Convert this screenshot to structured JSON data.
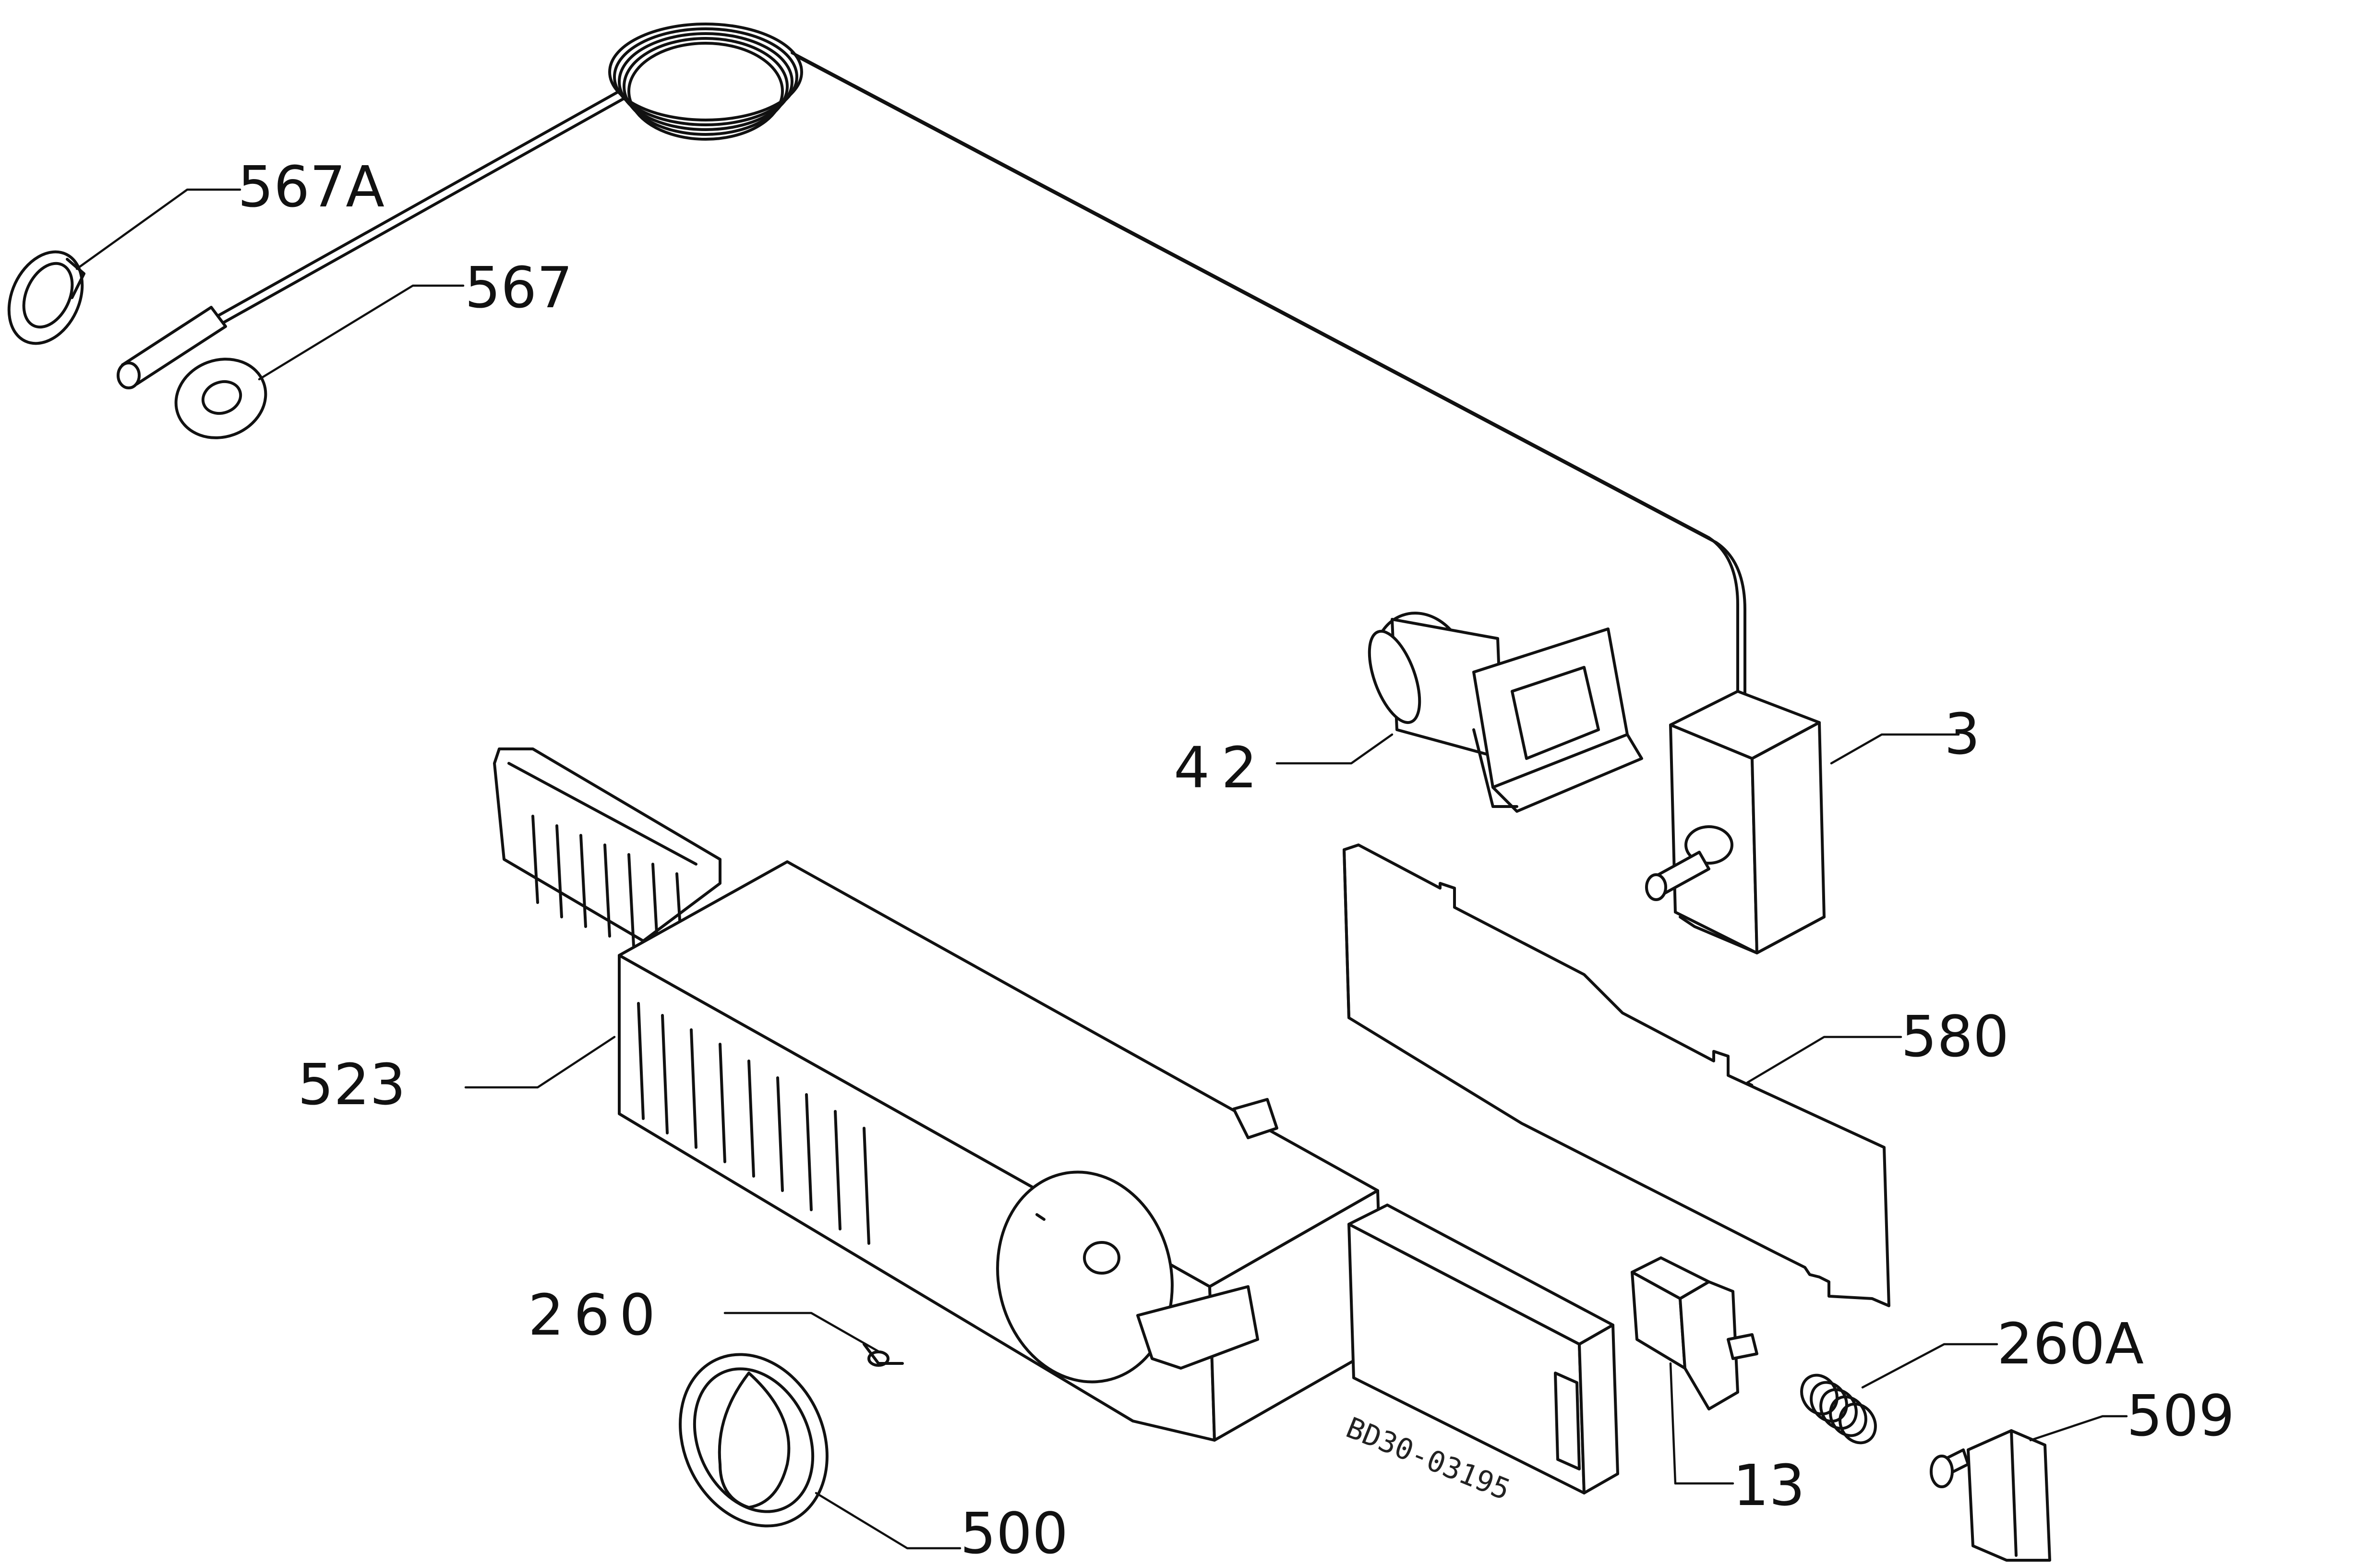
{
  "labels": {
    "l567a": "567A",
    "l567": "567",
    "l42": "42",
    "l3": "3",
    "l580": "580",
    "l523": "523",
    "l260": "260",
    "l260a": "260A",
    "l509": "509",
    "l13": "13",
    "l500": "500"
  },
  "serial": "BD30-03195",
  "colors": {
    "line": "#111111",
    "background": "#ffffff"
  }
}
